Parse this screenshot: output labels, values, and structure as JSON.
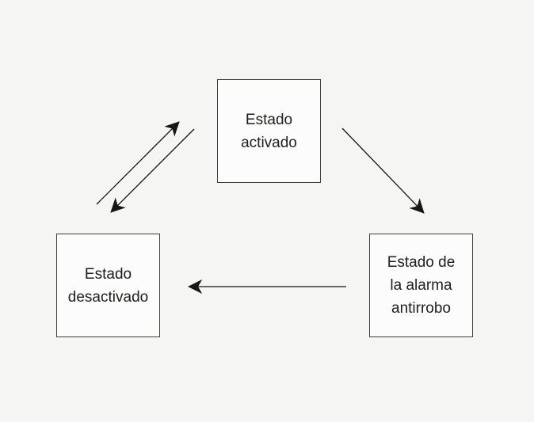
{
  "diagram": {
    "nodes": {
      "activado": {
        "lines": [
          "Estado",
          "activado"
        ]
      },
      "desactivado": {
        "lines": [
          "Estado",
          "desactivado"
        ]
      },
      "alarma": {
        "lines": [
          "Estado de",
          "la alarma",
          "antirrobo"
        ]
      }
    },
    "edges": [
      {
        "from": "Estado desactivado",
        "to": "Estado activado"
      },
      {
        "from": "Estado activado",
        "to": "Estado desactivado"
      },
      {
        "from": "Estado activado",
        "to": "Estado de la alarma antirrobo"
      },
      {
        "from": "Estado de la alarma antirrobo",
        "to": "Estado desactivado"
      }
    ],
    "colors": {
      "background": "#f5f5f3",
      "box_fill": "#fcfcfc",
      "box_border": "#3f3f3e",
      "text": "#1e1e1c",
      "arrow": "#161614"
    }
  }
}
